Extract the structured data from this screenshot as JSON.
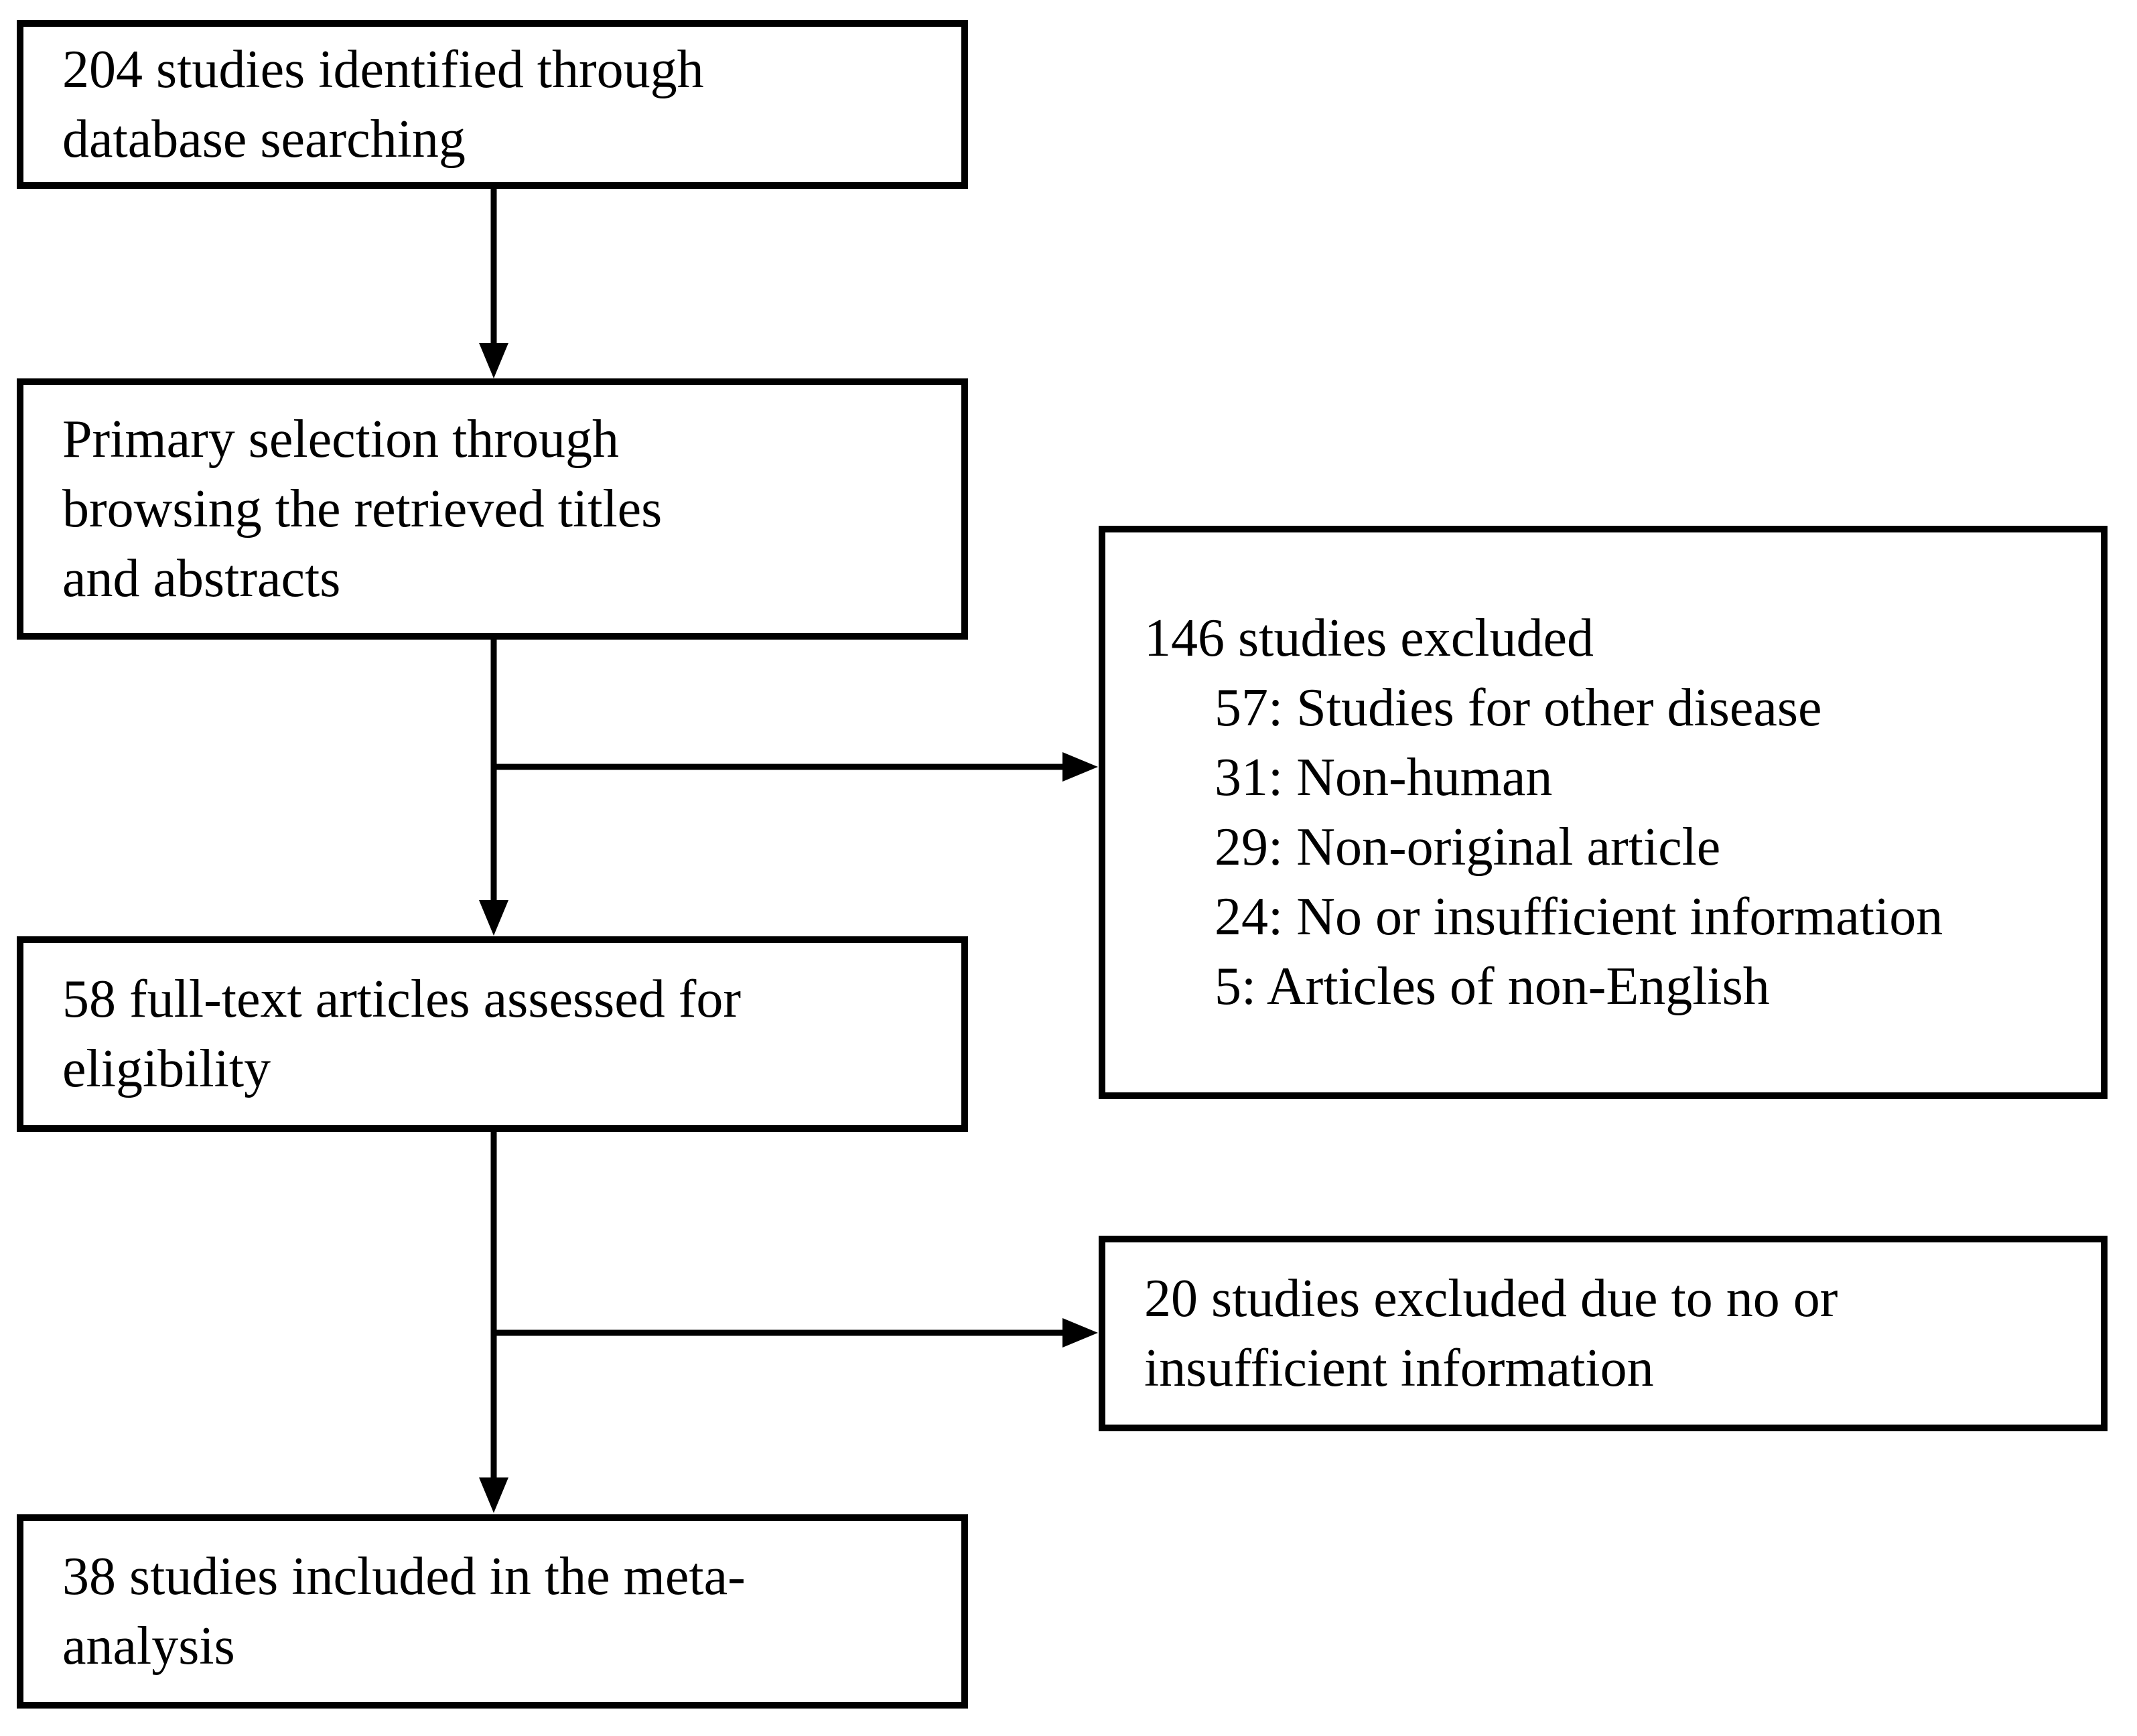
{
  "figure": {
    "background_color": "#ffffff",
    "line_color": "#000000",
    "text_color": "#000000"
  },
  "boxes": {
    "identified": {
      "lines": [
        "204 studies identified through",
        "database searching"
      ]
    },
    "primary_selection": {
      "lines": [
        "Primary selection through",
        "browsing the retrieved titles",
        "and abstracts"
      ]
    },
    "fulltext_assessed": {
      "lines": [
        "58 full-text articles assessed for",
        "eligibility"
      ]
    },
    "included": {
      "lines": [
        "38 studies included in the meta-",
        "analysis"
      ]
    },
    "excluded_primary": {
      "heading": "146 studies excluded",
      "items": [
        "57: Studies for other disease",
        "31: Non-human",
        "29: Non-original article",
        "24: No or insufficient information",
        "5: Articles of non-English"
      ]
    },
    "excluded_fulltext": {
      "lines": [
        "20 studies excluded due to no or",
        "insufficient information"
      ]
    }
  }
}
